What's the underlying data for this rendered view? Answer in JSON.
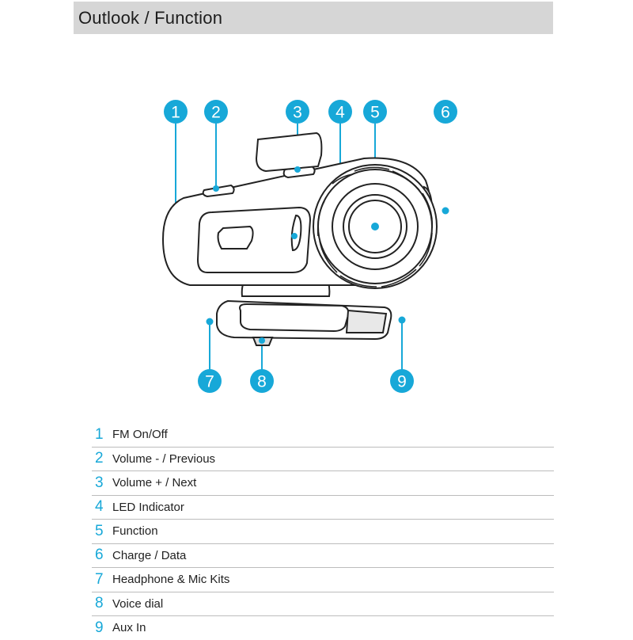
{
  "header": {
    "title": "Outlook / Function"
  },
  "theme": {
    "accent": "#17a8d8",
    "header_bg": "#d6d6d6",
    "line": "#bcbcbc"
  },
  "callouts": [
    "1",
    "2",
    "3",
    "4",
    "5",
    "6",
    "7",
    "8",
    "9"
  ],
  "legend": [
    {
      "number": "1",
      "label": "FM On/Off"
    },
    {
      "number": "2",
      "label": "Volume - / Previous"
    },
    {
      "number": "3",
      "label": "Volume + / Next"
    },
    {
      "number": "4",
      "label": "LED Indicator"
    },
    {
      "number": "5",
      "label": "Function"
    },
    {
      "number": "6",
      "label": "Charge / Data"
    },
    {
      "number": "7",
      "label": "Headphone & Mic Kits"
    },
    {
      "number": "8",
      "label": "Voice dial"
    },
    {
      "number": "9",
      "label": "Aux In"
    }
  ]
}
